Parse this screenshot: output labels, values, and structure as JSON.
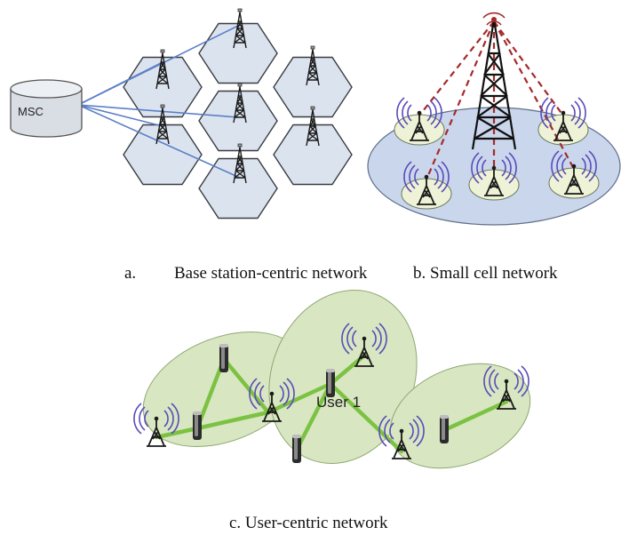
{
  "diagram_a": {
    "center_label": "MSC",
    "caption_prefix": "a.",
    "caption": "Base station-centric network"
  },
  "diagram_b": {
    "caption": "b. Small cell network"
  },
  "diagram_c": {
    "user_label": "User 1",
    "caption": "c. User-centric network"
  },
  "colors": {
    "hex_fill": "#dbe3ef",
    "hex_stroke": "#3a3d42",
    "link_blue": "#5b7fc6",
    "ellipse_blue": "#c9d6ec",
    "dashed_red": "#a52a2a",
    "cell_green": "#d8e6c1",
    "link_green": "#7cc242",
    "signal_purple": "#5a4bb8"
  },
  "icons": [
    "tower-icon",
    "cell-tower-icon",
    "user-device-icon",
    "database-icon"
  ]
}
